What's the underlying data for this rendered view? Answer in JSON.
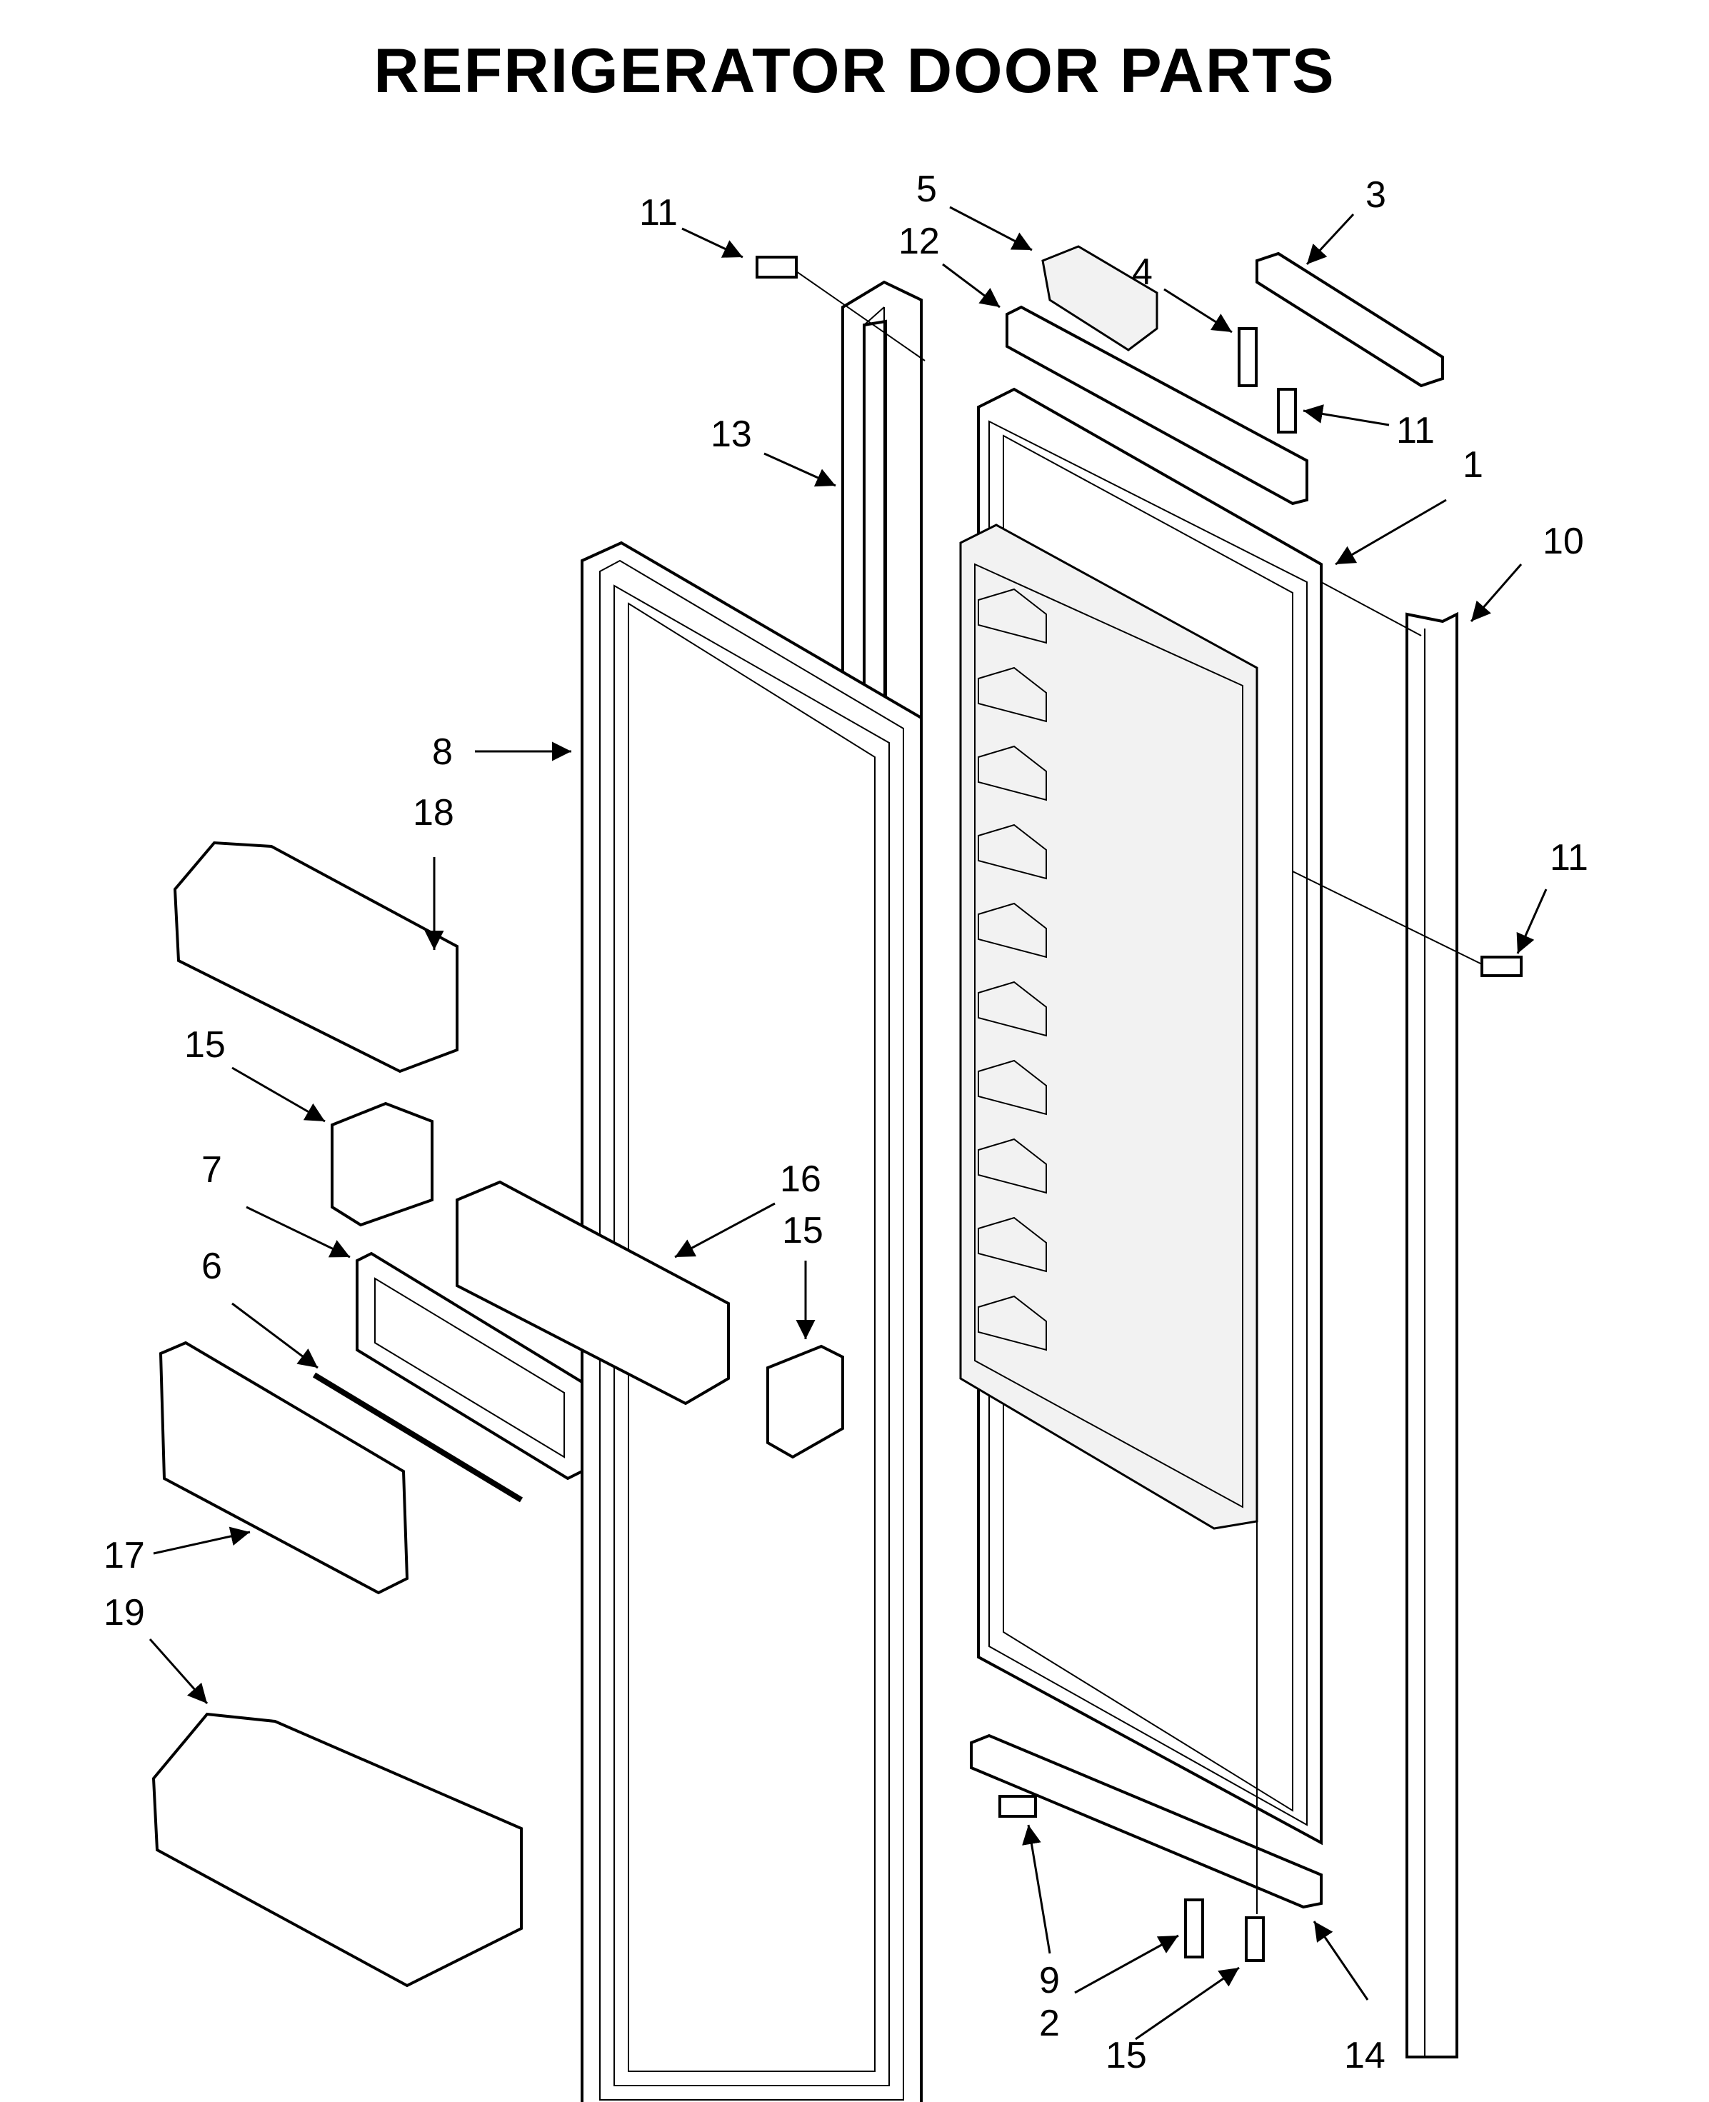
{
  "title": "REFRIGERATOR DOOR PARTS",
  "callouts": [
    {
      "id": "c11a",
      "label": "11"
    },
    {
      "id": "c5",
      "label": "5"
    },
    {
      "id": "c3",
      "label": "3"
    },
    {
      "id": "c12",
      "label": "12"
    },
    {
      "id": "c4",
      "label": "4"
    },
    {
      "id": "c11b",
      "label": "11"
    },
    {
      "id": "c13",
      "label": "13"
    },
    {
      "id": "c1",
      "label": "1"
    },
    {
      "id": "c10",
      "label": "10"
    },
    {
      "id": "c8",
      "label": "8"
    },
    {
      "id": "c18",
      "label": "18"
    },
    {
      "id": "c11c",
      "label": "11"
    },
    {
      "id": "c15a",
      "label": "15"
    },
    {
      "id": "c7",
      "label": "7"
    },
    {
      "id": "c16",
      "label": "16"
    },
    {
      "id": "c15b",
      "label": "15"
    },
    {
      "id": "c6",
      "label": "6"
    },
    {
      "id": "c17",
      "label": "17"
    },
    {
      "id": "c19",
      "label": "19"
    },
    {
      "id": "c9",
      "label": "9"
    },
    {
      "id": "c2",
      "label": "2"
    },
    {
      "id": "c15c",
      "label": "15"
    },
    {
      "id": "c14",
      "label": "14"
    }
  ]
}
